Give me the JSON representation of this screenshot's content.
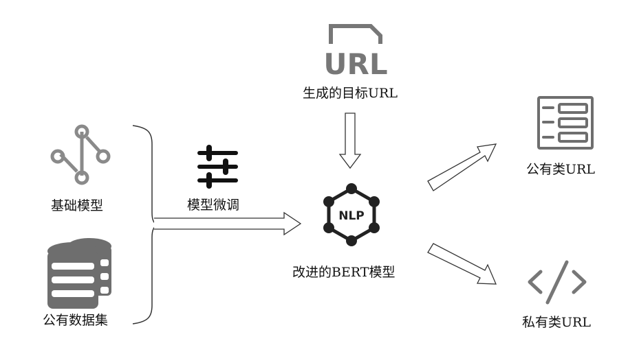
{
  "diagram": {
    "inputs": {
      "base_model": {
        "label": "基础模型",
        "icon": "git-branch-icon"
      },
      "public_dataset": {
        "label": "公有数据集",
        "icon": "database-icon"
      }
    },
    "fine_tune": {
      "label": "模型微调",
      "icon": "sliders-icon"
    },
    "target_url": {
      "label": "生成的目标URL",
      "icon": "url-file-icon",
      "icon_text": "URL"
    },
    "model": {
      "label": "改进的BERT模型",
      "icon": "nlp-network-icon",
      "icon_text": "NLP"
    },
    "outputs": {
      "public_url": {
        "label": "公有类URL",
        "icon": "form-list-icon"
      },
      "private_url": {
        "label": "私有类URL",
        "icon": "code-icon"
      }
    },
    "colors": {
      "icon_gray": "#8a8a8a",
      "icon_dark": "#555555",
      "icon_black": "#1a1a1a",
      "arrow_stroke": "#333333"
    }
  }
}
